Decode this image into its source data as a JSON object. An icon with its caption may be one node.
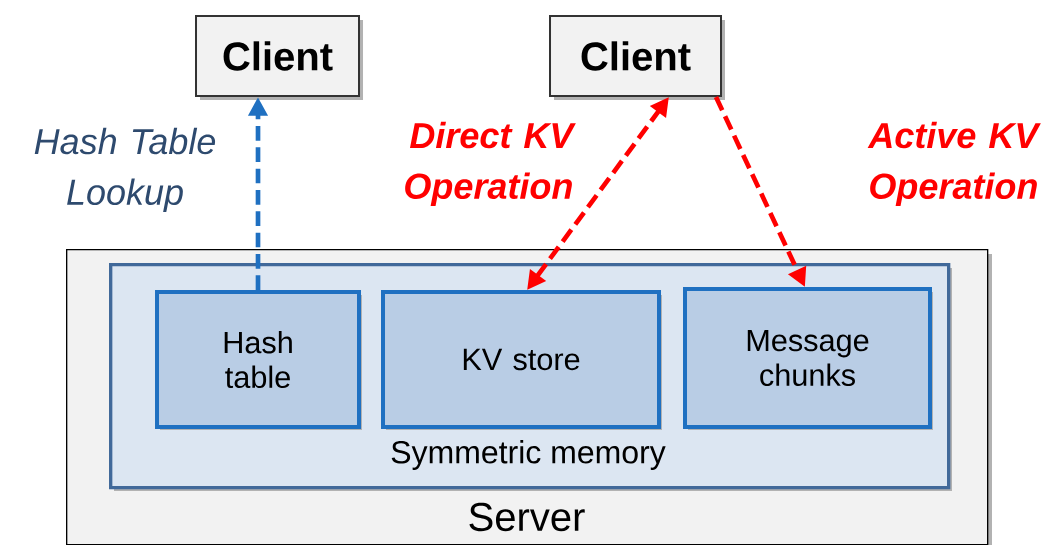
{
  "diagram": {
    "nodes": [
      {
        "text": [
          "Client"
        ]
      },
      {
        "text": [
          "Client"
        ]
      },
      {
        "text": [
          "Server"
        ]
      },
      {
        "text": [
          "Symmetric memory"
        ],
        "in": 2
      },
      {
        "text": [
          "Hash table"
        ],
        "in": 3
      },
      {
        "text": [
          "KV store"
        ],
        "in": 3
      },
      {
        "text": [
          "Message chunks"
        ],
        "in": 3
      }
    ],
    "edges": [
      {
        "from": 4,
        "to": 0,
        "arrow": "to",
        "style": "dashed",
        "color": "#1f70c1",
        "label": "Hash Table Lookup"
      },
      {
        "from": 5,
        "to": 1,
        "arrow": "both",
        "style": "dashed",
        "color": "#ff0000",
        "label": "Direct KV Operation"
      },
      {
        "from": 1,
        "to": 6,
        "arrow": "to",
        "style": "dashed",
        "color": "#ff0000",
        "label": "Active KV Operation"
      }
    ]
  }
}
